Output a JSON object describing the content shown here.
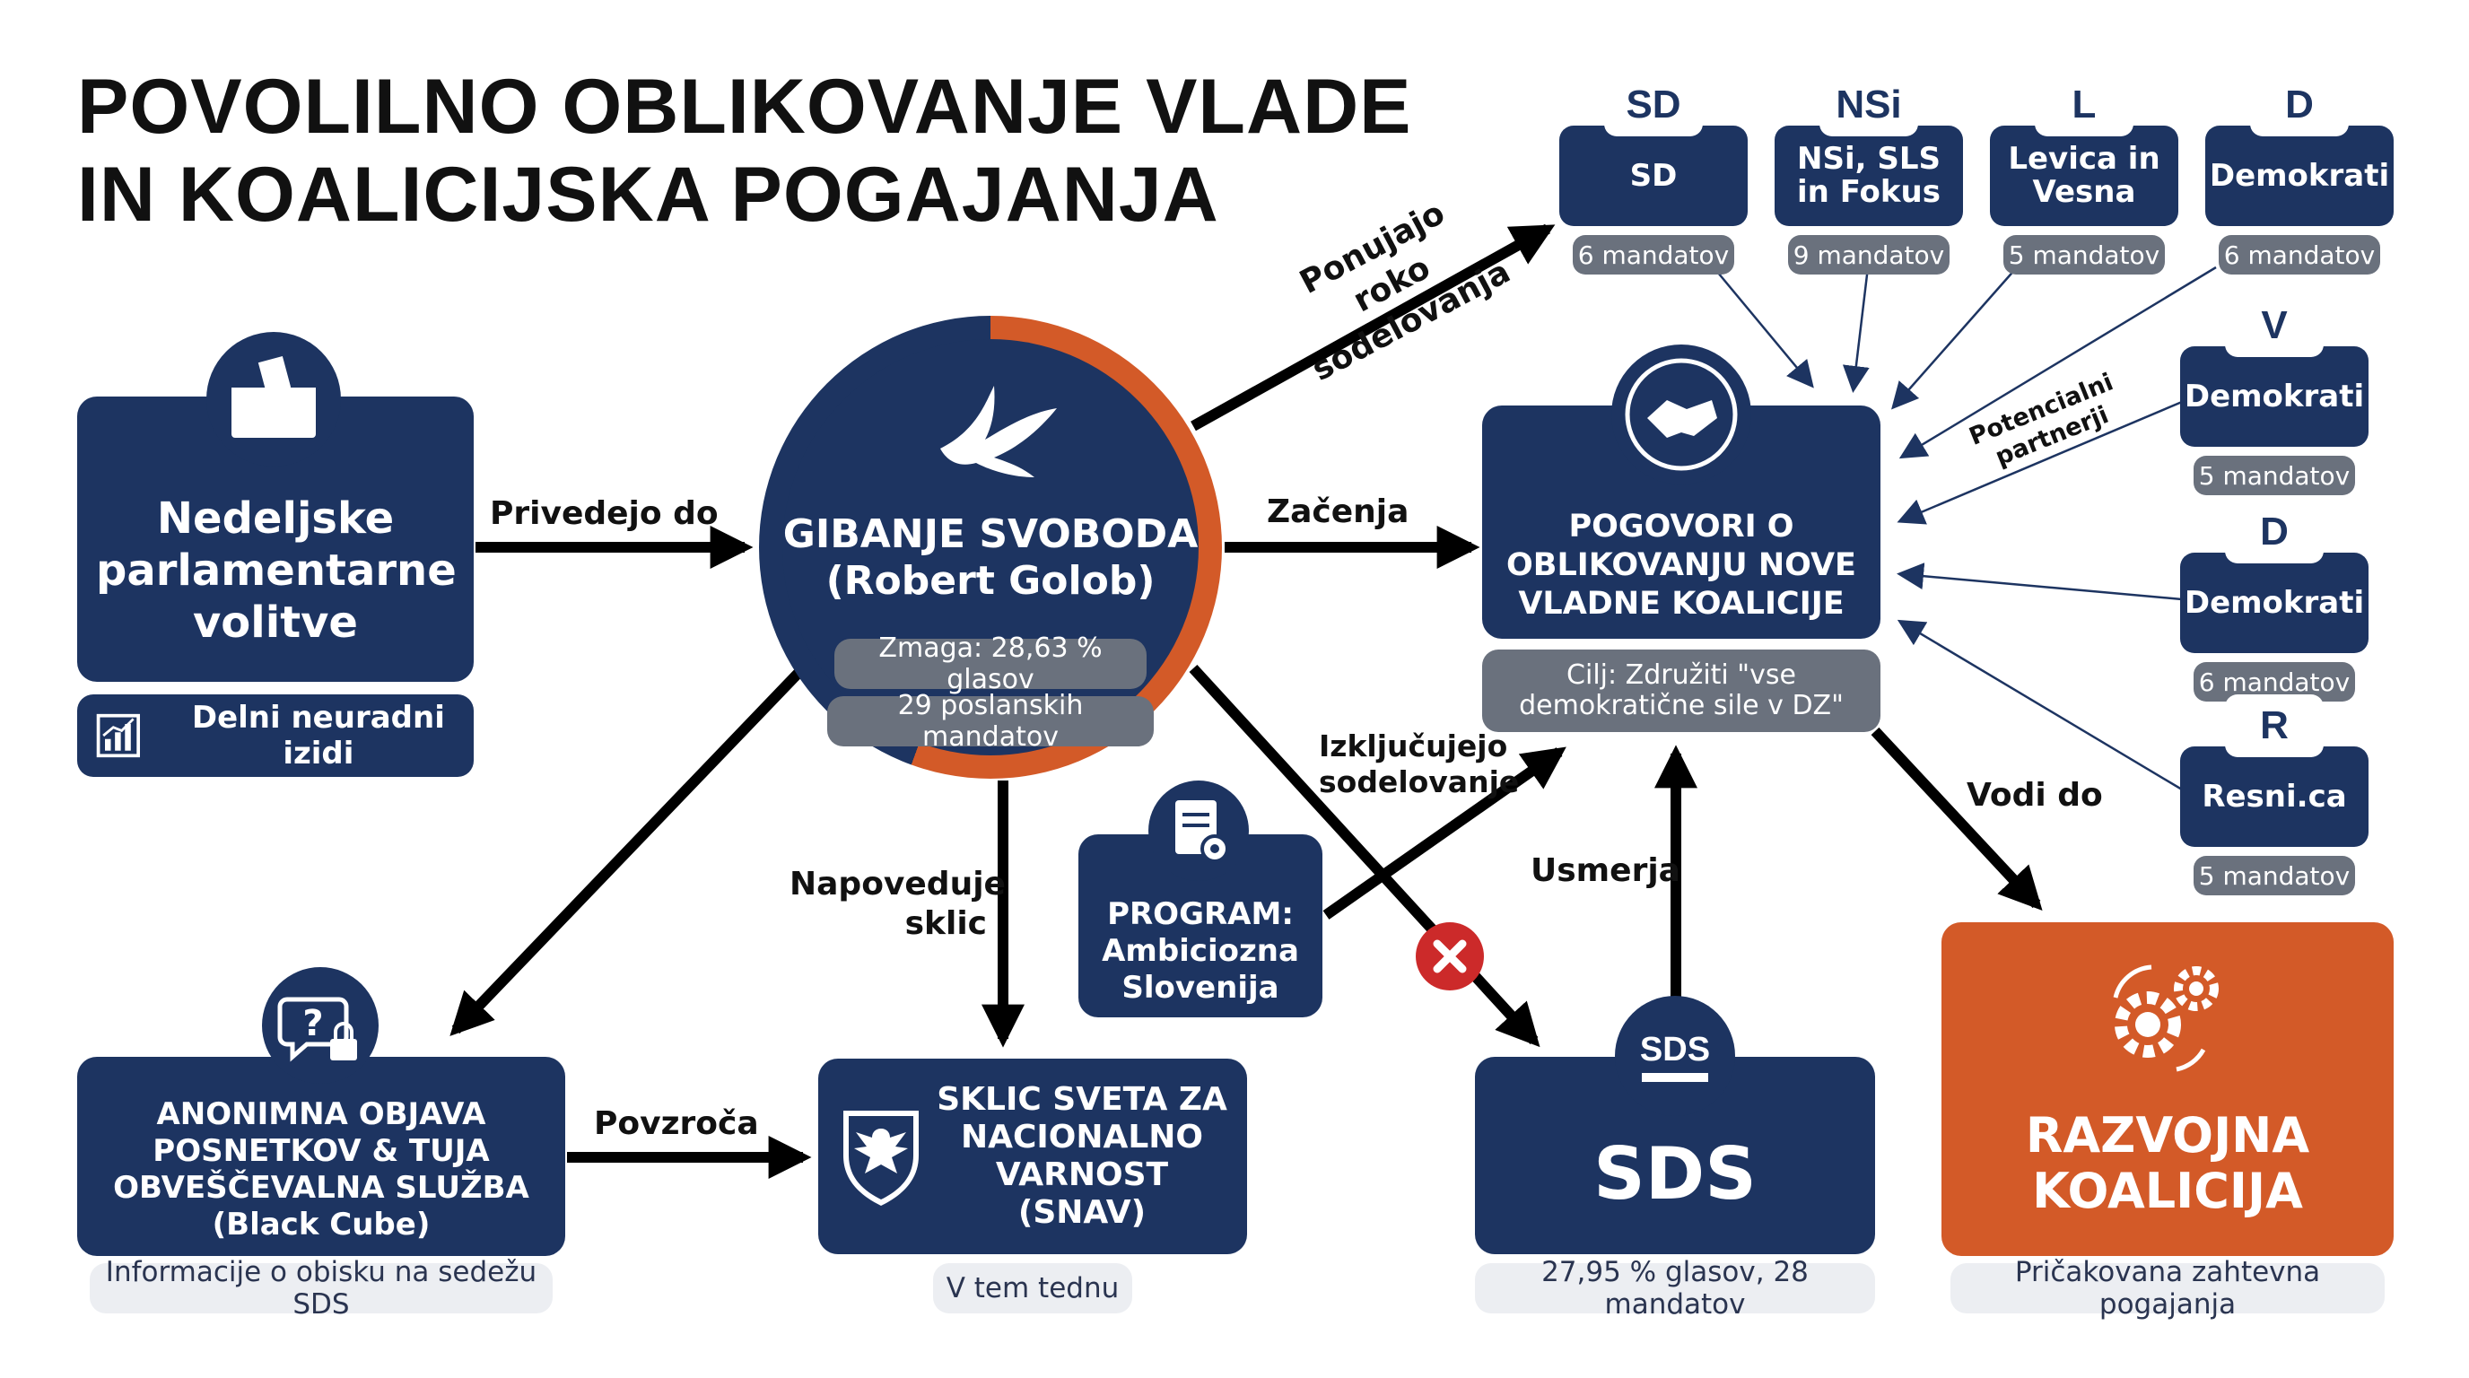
{
  "title": {
    "line1": "POVOLILNO OBLIKOVANJE VLADE",
    "line2": "IN KOALICIJSKA POGAJANJA"
  },
  "elections": {
    "label": "Nedeljske parlamentarne volitve",
    "results": "Delni neuradni izidi"
  },
  "gs": {
    "name": "GIBANJE SVOBODA",
    "leader": "(Robert Golob)",
    "win": "Zmaga: 28,63 % glasov",
    "seats": "29 poslanskih mandatov"
  },
  "talks": {
    "label": "POGOVORI O OBLIKOVANJU NOVE VLADNE KOALICIJE",
    "goal": "Cilj: Združiti \"vse demokratične sile v DZ\""
  },
  "program": {
    "label": "PROGRAM: Ambiciozna Slovenija"
  },
  "recordings": {
    "label": "ANONIMNA OBJAVA POSNETKOV & TUJA OBVEŠČEVALNA SLUŽBA (Black Cube)",
    "note": "Informacije o obisku na sedežu SDS"
  },
  "snav": {
    "label": "SKLIC SVETA ZA NACIONALNO VARNOST (SNAV)",
    "note": "V tem tednu"
  },
  "sds": {
    "logo": "SDS",
    "label": "SDS",
    "note": "27,95 % glasov, 28 mandatov"
  },
  "dev": {
    "label": "RAZVOJNA KOALICIJA",
    "note": "Pričakovana zahtevna pogajanja"
  },
  "arrows": {
    "lead_to": "Privedejo do",
    "starts": "Začenja",
    "offer": "Ponujajo roko sodelovanja",
    "announce": "Napoveduje sklic",
    "causes": "Povzroča",
    "exclude": "Izključujejo sodelovanje",
    "directs": "Usmerja",
    "leads": "Vodi do",
    "partners": "Potencialni partnerji"
  },
  "parties_top": [
    {
      "logo": "SD",
      "name": "SD",
      "seats": "6 mandatov"
    },
    {
      "logo": "NSi",
      "name": "NSi, SLS in Fokus",
      "seats": "9 mandatov"
    },
    {
      "logo": "L",
      "name": "Levica in Vesna",
      "seats": "5 mandatov"
    },
    {
      "logo": "D",
      "name": "Demokrati",
      "seats": "6 mandatov"
    }
  ],
  "parties_side": [
    {
      "logo": "V",
      "name": "Demokrati",
      "seats": "5 mandatov"
    },
    {
      "logo": "D",
      "name": "Demokrati",
      "seats": "6 mandatov"
    },
    {
      "logo": "R",
      "name": "Resni.ca",
      "seats": "5 mandatov"
    }
  ],
  "colors": {
    "navy": "#1d3461",
    "orange": "#d35a28",
    "grey": "#6a717d",
    "red": "#cc2a2a"
  }
}
